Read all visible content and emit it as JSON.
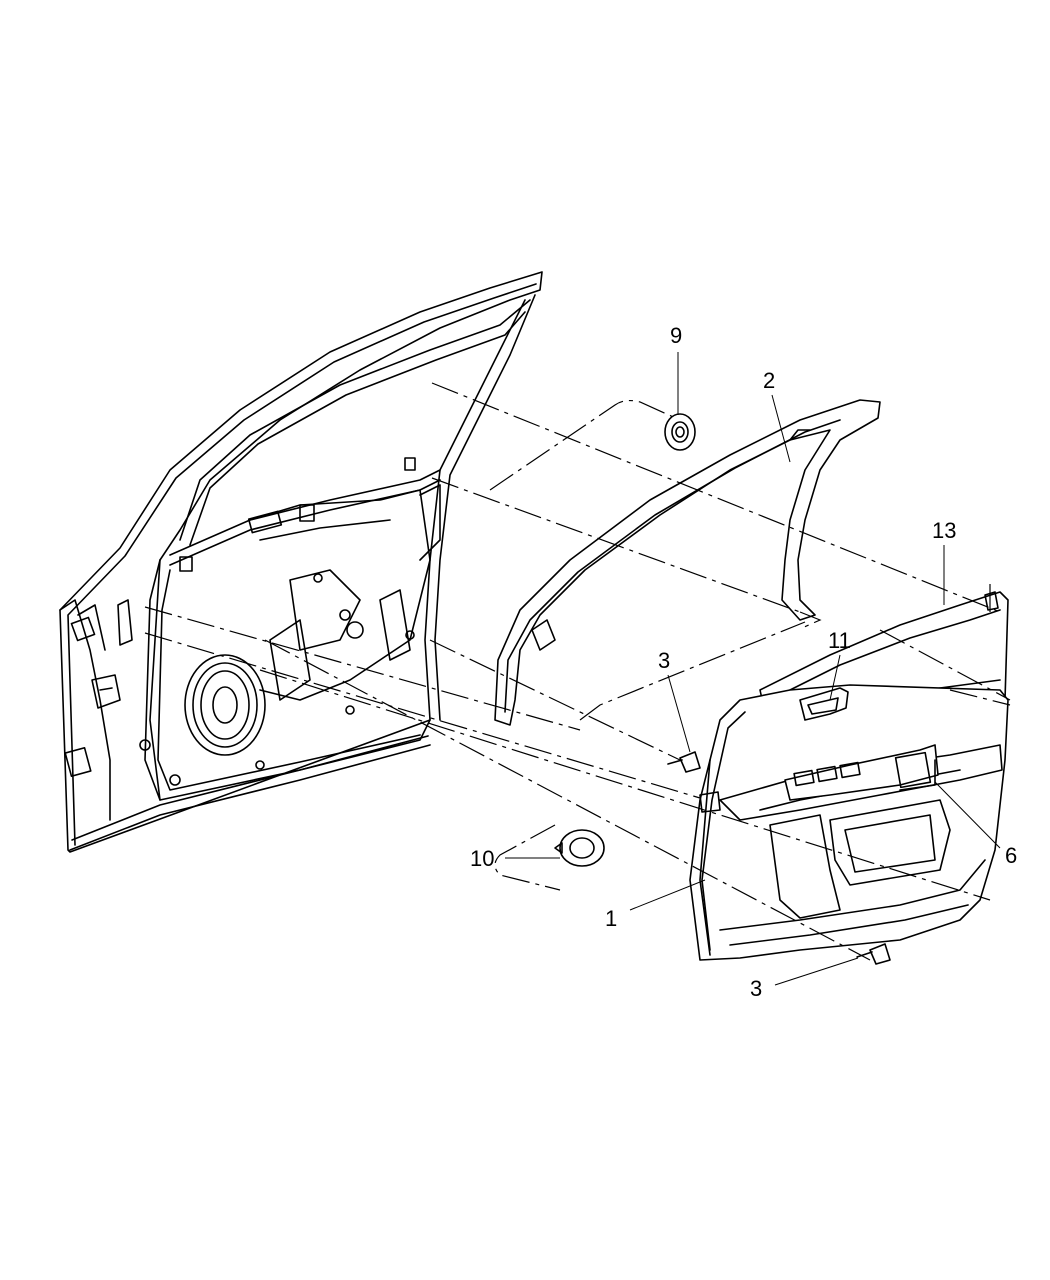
{
  "callouts": [
    {
      "id": "callout-9",
      "label": "9"
    },
    {
      "id": "callout-2",
      "label": "2"
    },
    {
      "id": "callout-13",
      "label": "13"
    },
    {
      "id": "callout-11",
      "label": "11"
    },
    {
      "id": "callout-3-upper",
      "label": "3"
    },
    {
      "id": "callout-6",
      "label": "6"
    },
    {
      "id": "callout-10",
      "label": "10"
    },
    {
      "id": "callout-1",
      "label": "1"
    },
    {
      "id": "callout-3-lower",
      "label": "3"
    }
  ]
}
